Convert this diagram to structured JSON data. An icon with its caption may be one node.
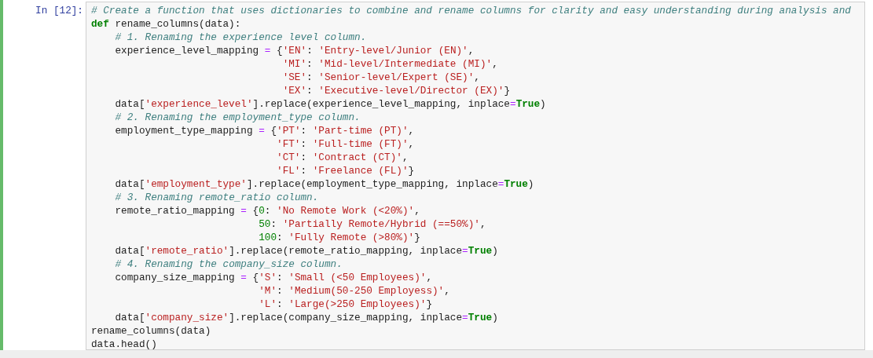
{
  "diagram": {
    "labels": [
      "In [12]:",
      "# Create a function that uses dictionaries to combine and rename columns for clarity and easy understanding during analysis and",
      "def rename_columns(data):",
      "    # 1. Renaming the experience level column.",
      "    experience_level_mapping = {'EN': 'Entry-level/Junior (EN)',",
      "                                'MI': 'Mid-level/Intermediate (MI)',",
      "                                'SE': 'Senior-level/Expert (SE)',",
      "                                'EX': 'Executive-level/Director (EX)'}",
      "    data['experience_level'].replace(experience_level_mapping, inplace=True)",
      "    # 2. Renaming the employment_type column.",
      "    employment_type_mapping = {'PT': 'Part-time (PT)',",
      "                               'FT': 'Full-time (FT)',",
      "                               'CT': 'Contract (CT)',",
      "                               'FL': 'Freelance (FL)'}",
      "    data['employment_type'].replace(employment_type_mapping, inplace=True)",
      "    # 3. Renaming remote_ratio column.",
      "    remote_ratio_mapping = {0: 'No Remote Work (<20%)',",
      "                            50: 'Partially Remote/Hybrid (==50%)',",
      "                            100: 'Fully Remote (>80%)'}",
      "    data['remote_ratio'].replace(remote_ratio_mapping, inplace=True)",
      "    # 4. Renaming the company_size column.",
      "    company_size_mapping = {'S': 'Small (<50 Employees)',",
      "                            'M': 'Medium(50-250 Employess)',",
      "                            'L': 'Large(>250 Employees)'}",
      "    data['company_size'].replace(company_size_mapping, inplace=True)",
      "rename_columns(data)",
      "data.head()"
    ]
  }
}
